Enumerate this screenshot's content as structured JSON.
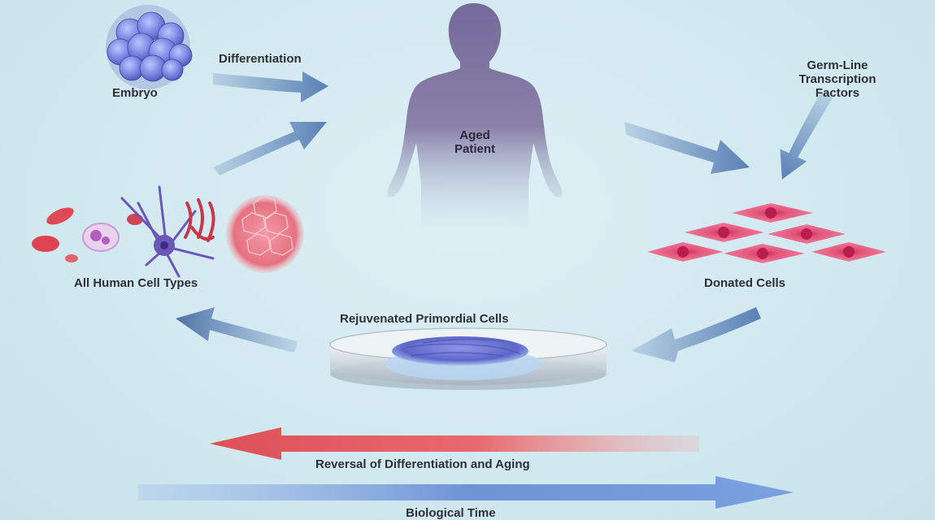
{
  "labels": {
    "embryo": "Embryo",
    "differentiation": "Differentiation",
    "aged_patient_line1": "Aged",
    "aged_patient_line2": "Patient",
    "germ_line_1": "Germ-Line",
    "germ_line_2": "Transcription",
    "germ_line_3": "Factors",
    "all_human_cell_types": "All Human Cell Types",
    "donated_cells": "Donated Cells",
    "rejuvenated_primordial_cells": "Rejuvenated Primordial Cells",
    "reversal": "Reversal of Differentiation and Aging",
    "biological_time": "Biological Time"
  },
  "colors": {
    "background": "#d2eaf0",
    "flow_arrow": "#5f86b8",
    "reversal_arrow": "#e2575e",
    "time_arrow": "#6f98d8",
    "patient_silhouette": "#7d7399",
    "donated_cells": "#e25577",
    "embryo": "#6f7fd8"
  }
}
